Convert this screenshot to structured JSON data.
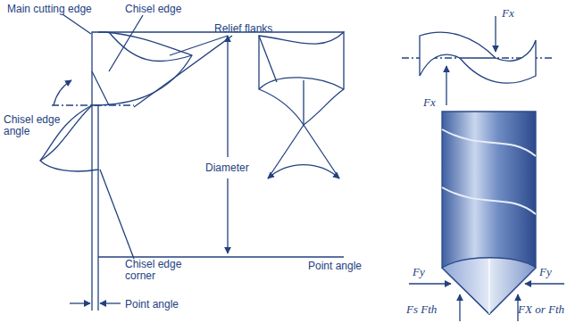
{
  "diagram": {
    "labels": [
      "Main cutting edge",
      "Chisel edge",
      "Relief flanks",
      "Chisel edge angle",
      "Diameter",
      "Chisel edge corner",
      "Point angle",
      "Point angle",
      "Fx",
      "Fx",
      "Fy",
      "Fy",
      "Fs Fth",
      "FX or Fth"
    ]
  }
}
